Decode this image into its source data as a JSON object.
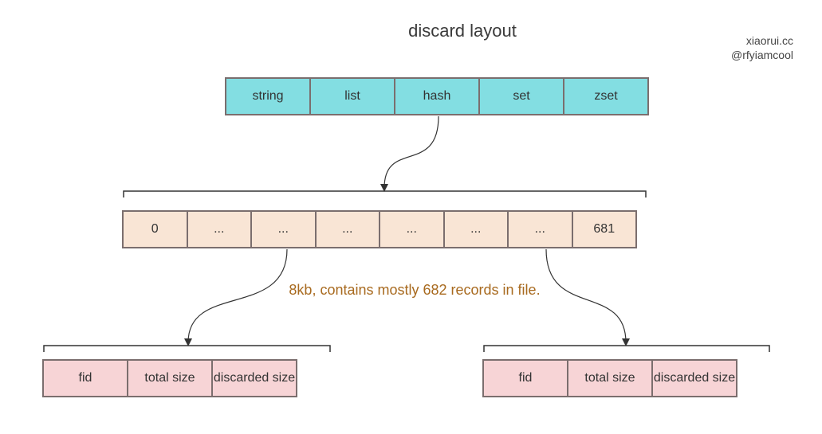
{
  "title": "discard layout",
  "credit": {
    "site": "xiaorui.cc",
    "handle": "@rfyiamcool"
  },
  "types": [
    "string",
    "list",
    "hash",
    "set",
    "zset"
  ],
  "slots": [
    "0",
    "...",
    "...",
    "...",
    "...",
    "...",
    "...",
    "681"
  ],
  "note": "8kb, contains mostly 682 records in file.",
  "record_fields": {
    "left": [
      "fid",
      "total size",
      "discarded size"
    ],
    "right": [
      "fid",
      "total size",
      "discarded size"
    ]
  },
  "colors": {
    "types_fill": "#83dee2",
    "slots_fill": "#f9e5d5",
    "records_fill": "#f7d4d6",
    "note_text": "#a86a1f",
    "border": "#7b6e6e"
  }
}
